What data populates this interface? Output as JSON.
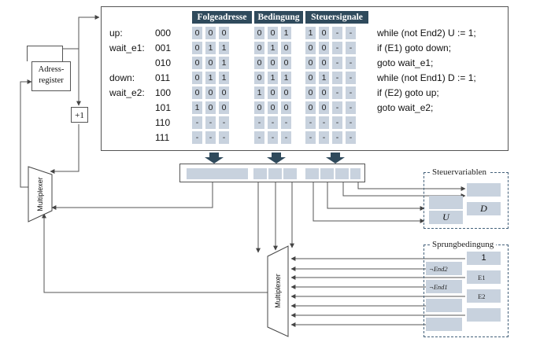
{
  "table": {
    "headers": [
      "Folgeadresse",
      "Bedingung",
      "Steuersignale"
    ],
    "labels": [
      "up:",
      "wait_e1:",
      "",
      "down:",
      "wait_e2:",
      "",
      "",
      ""
    ],
    "addresses": [
      "000",
      "001",
      "010",
      "011",
      "100",
      "101",
      "110",
      "111"
    ],
    "rows": [
      [
        "0",
        "0",
        "0",
        "0",
        "0",
        "1",
        "1",
        "0",
        "-",
        "-"
      ],
      [
        "0",
        "1",
        "1",
        "0",
        "1",
        "0",
        "0",
        "0",
        "-",
        "-"
      ],
      [
        "0",
        "0",
        "1",
        "0",
        "0",
        "0",
        "0",
        "0",
        "-",
        "-"
      ],
      [
        "0",
        "1",
        "1",
        "0",
        "1",
        "1",
        "0",
        "1",
        "-",
        "-"
      ],
      [
        "0",
        "0",
        "0",
        "1",
        "0",
        "0",
        "0",
        "0",
        "-",
        "-"
      ],
      [
        "1",
        "0",
        "0",
        "0",
        "0",
        "0",
        "0",
        "0",
        "-",
        "-"
      ],
      [
        "-",
        "-",
        "-",
        "-",
        "-",
        "-",
        "-",
        "-",
        "-",
        "-"
      ],
      [
        "-",
        "-",
        "-",
        "-",
        "-",
        "-",
        "-",
        "-",
        "-",
        "-"
      ]
    ],
    "comments": [
      "while (not End2) U := 1;",
      "if (E1) goto down;",
      "goto wait_e1;",
      "while (not End1) D := 1;",
      "if (E2) goto up;",
      "goto wait_e2;",
      "",
      ""
    ]
  },
  "register": {
    "line1": "Adress-",
    "line2": "register"
  },
  "incrementer": {
    "label": "+1"
  },
  "mux_top": {
    "label": "Multiplexer"
  },
  "mux_bottom": {
    "label": "Multiplexer"
  },
  "steuervariablen": {
    "title": "Steuervariablen",
    "d": "D",
    "u": "U"
  },
  "sprungbedingung": {
    "title": "Sprungbedingung",
    "one": "1",
    "end2": "¬End2",
    "end1": "¬End1",
    "e1": "E1",
    "e2": "E2"
  },
  "colors": {
    "header": "#2f4a5c",
    "cell": "#c8d2de",
    "arrow": "#2f4a5c",
    "line": "#555555"
  }
}
